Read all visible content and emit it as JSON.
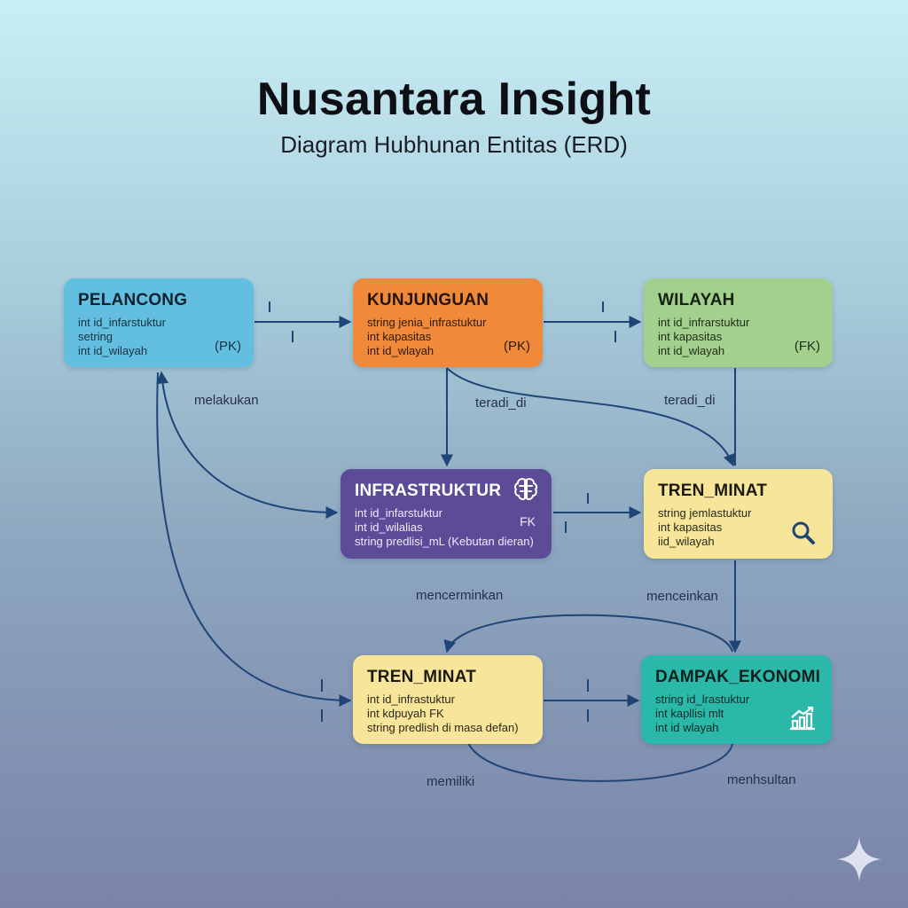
{
  "header": {
    "title": "Nusantara Insight",
    "subtitle": "Diagram Hubhunan Entitas (ERD)"
  },
  "colors": {
    "pelancong": "#62bfe0",
    "kunjungan": "#f08a3a",
    "wilayah": "#a4d08d",
    "infrastruktur": "#5c4c98",
    "tren_minat_top": "#f7e59a",
    "tren_minat_bottom": "#f7e59a",
    "dampak_ekonomi": "#2ab9a8",
    "line": "#1f4577"
  },
  "entities": {
    "pelancong": {
      "name": "PELANCONG",
      "attrs": [
        "int id_infarstuktur",
        "setring",
        "int id_wilayah"
      ],
      "key": "(PK)"
    },
    "kunjungan": {
      "name": "KUNJUNGUAN",
      "attrs": [
        "string jenia_infrastuktur",
        "int kapasitas",
        "int id_wlayah"
      ],
      "key": "(PK)"
    },
    "wilayah": {
      "name": "WILAYAH",
      "attrs": [
        "int id_infrarstuktur",
        "int kapasitas",
        "int id_wlayah"
      ],
      "key": "(FK)"
    },
    "infrastruktur": {
      "name": "INFRASTRUKTUR",
      "attrs": [
        "int id_infarstuktur",
        "int id_wilalias",
        "string predlisi_mL (Kebutan dieran)"
      ],
      "key": "FK",
      "icon": "brain-icon"
    },
    "tren_minat_top": {
      "name": "TREN_MINAT",
      "attrs": [
        "string jemlastuktur",
        "int kapasitas",
        "iid_wilayah"
      ],
      "icon": "magnifier-icon"
    },
    "tren_minat_bottom": {
      "name": "TREN_MINAT",
      "attrs": [
        "int id_infrastuktur",
        "int kdpuyah FK",
        "string predlish di masa defan)"
      ]
    },
    "dampak_ekonomi": {
      "name": "DAMPAK_EKONOMI",
      "attrs": [
        "string id_lrastuktur",
        "int kapllisi mlt",
        "int id wlayah"
      ],
      "icon": "growth-chart-icon"
    }
  },
  "relations": {
    "melakukan": "melakukan",
    "teradi_di_left": "teradi_di",
    "teradi_di_right": "teradi_di",
    "mencerminkan": "mencerminkan",
    "menceinkan": "menceinkan",
    "memiliki": "memiliki",
    "menhsultan": "menhsultan"
  },
  "decor": {
    "sparkle": "sparkle-icon"
  }
}
